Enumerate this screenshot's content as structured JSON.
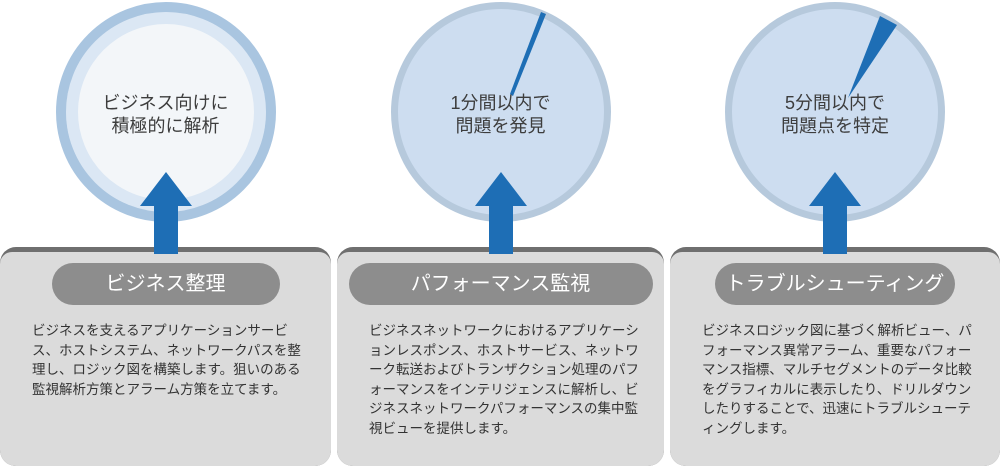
{
  "diagram": {
    "columns": [
      {
        "id": "business-organization",
        "gauge": {
          "line1": "ビジネス向けに",
          "line2": "積極的に解析",
          "style": "plain-circle"
        },
        "title": "ビジネス整理",
        "description": "ビジネスを支えるアプリケーションサービス、ホストシステム、ネットワークパスを整理し、ロジック図を構築します。狙いのある監視解析方策とアラーム方策を立てます。"
      },
      {
        "id": "performance-monitoring",
        "gauge": {
          "line1": "1分間以内で",
          "line2": "問題を発見",
          "style": "clock-thin-hand"
        },
        "title": "パフォーマンス監視",
        "description": "ビジネスネットワークにおけるアプリケーションレスポンス、ホストサービス、ネットワーク転送およびトランザクション処理のパフォーマンスをインテリジェンスに解析し、ビジネスネットワークパフォーマンスの集中監視ビューを提供します。"
      },
      {
        "id": "troubleshooting",
        "gauge": {
          "line1": "5分間以内で",
          "line2": "問題点を特定",
          "style": "clock-wide-hand"
        },
        "title": "トラブルシューティング",
        "description": "ビジネスロジック図に基づく解析ビュー、パフォーマンス異常アラーム、重要なパフォーマンス指標、マルチセグメントのデータ比較をグラフィカルに表示したり、ドリルダウンしたりすることで、迅速にトラブルシューティングします。"
      }
    ],
    "colors": {
      "accent_blue": "#1e6eb5",
      "gauge_plain_fill": "#f3f6f9",
      "gauge_ring_outer": "#a9c5e0",
      "gauge_ring_inner": "#dbe7f4",
      "gauge_blue_fill": "#cdddf0",
      "gauge_blue_border": "#b6c9dc",
      "card_fill": "#dbdbdb",
      "card_top_border": "#6f6f6f",
      "pill_fill": "#8d8d8d",
      "pill_text": "#ffffff",
      "body_text": "#333333"
    }
  }
}
